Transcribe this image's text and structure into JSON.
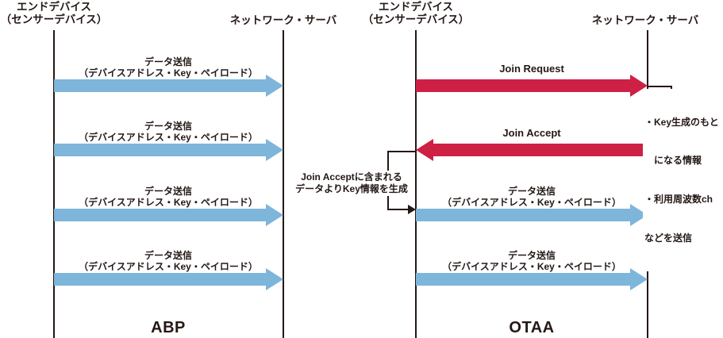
{
  "colors": {
    "ink": "#231815",
    "arrow_blue": "#7EB5DB",
    "arrow_red": "#CE2045"
  },
  "left_panel": {
    "caption": "ABP",
    "end_device_line1": "エンドデバイス",
    "end_device_line2": "（センサーデバイス）",
    "server": "ネットワーク・サーバ",
    "messages": [
      {
        "line1": "データ送信",
        "line2": "（デバイスアドレス・Key・ペイロード）",
        "direction": "right",
        "color": "blue"
      },
      {
        "line1": "データ送信",
        "line2": "（デバイスアドレス・Key・ペイロード）",
        "direction": "right",
        "color": "blue"
      },
      {
        "line1": "データ送信",
        "line2": "（デバイスアドレス・Key・ペイロード）",
        "direction": "right",
        "color": "blue"
      },
      {
        "line1": "データ送信",
        "line2": "（デバイスアドレス・Key・ペイロード）",
        "direction": "right",
        "color": "blue"
      }
    ]
  },
  "right_panel": {
    "caption": "OTAA",
    "end_device_line1": "エンドデバイス",
    "end_device_line2": "（センサーデバイス）",
    "server": "ネットワーク・サーバ",
    "messages": [
      {
        "line1": "Join Request",
        "direction": "right",
        "color": "red"
      },
      {
        "line1": "Join Accept",
        "direction": "left",
        "color": "red"
      },
      {
        "line1": "データ送信",
        "line2": "（デバイスアドレス・Key・ペイロード）",
        "direction": "right",
        "color": "blue"
      },
      {
        "line1": "データ送信",
        "line2": "（デバイスアドレス・Key・ペイロード）",
        "direction": "right",
        "color": "blue"
      }
    ],
    "server_note": {
      "line1": "・Key生成のもと",
      "line2": "　になる情報",
      "line3": "・利用周波数ch",
      "line4": "などを送信"
    },
    "device_note": {
      "line1": "Join Acceptに含まれる",
      "line2": "データよりKey情報を生成"
    }
  }
}
